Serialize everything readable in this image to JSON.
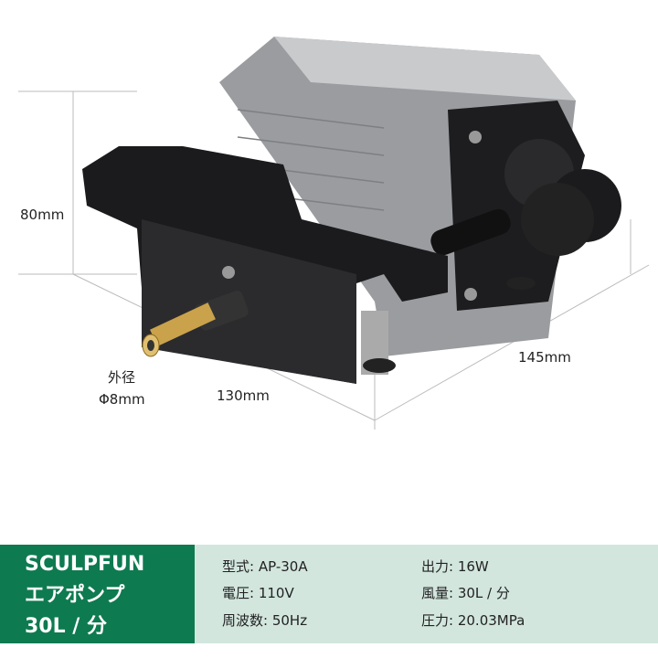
{
  "dimensions": {
    "height": "80mm",
    "depth": "145mm",
    "width": "130mm",
    "outer_label": "外径",
    "outer_diameter": "Φ8mm"
  },
  "brand": {
    "name": "SCULPFUN",
    "product": "エアポンプ",
    "flow": "30L / 分"
  },
  "specs": [
    {
      "label": "型式:",
      "value": "AP-30A"
    },
    {
      "label": "電圧:",
      "value": "110V"
    },
    {
      "label": "周波数:",
      "value": "50Hz"
    },
    {
      "label": "出力:",
      "value": "16W"
    },
    {
      "label": "風量:",
      "value": "30L / 分"
    },
    {
      "label": "圧力:",
      "value": "20.03MPa"
    }
  ],
  "colors": {
    "brand_green": "#0e7a50",
    "spec_bg": "#d2e6de"
  }
}
